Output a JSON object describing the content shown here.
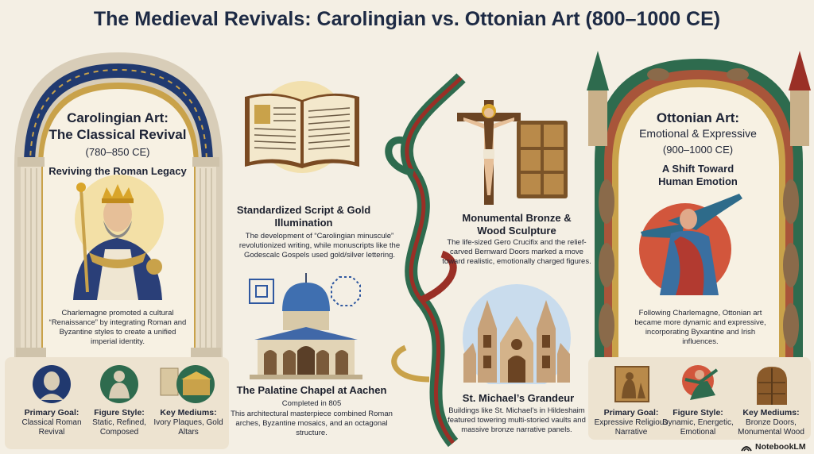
{
  "title": "The Medieval Revivals: Carolingian vs. Ottonian Art (800–1000 CE)",
  "carolingian": {
    "heading1": "Carolingian Art:",
    "heading2": "The Classical Revival",
    "dates": "(780–850 CE)",
    "subheading": "Reviving the Roman Legacy",
    "description": "Charlemagne promoted a cultural “Renaissance” by integrating Roman and Byzantine styles to create a unified imperial identity.",
    "traits": [
      {
        "label": "Primary Goal:",
        "value": "Classical Roman Revival"
      },
      {
        "label": "Figure Style:",
        "value": "Static, Refined, Composed"
      },
      {
        "label": "Key Mediums:",
        "value": "Ivory Plaques, Gold Altars"
      }
    ]
  },
  "script": {
    "title": "Standardized Script & Gold Illumination",
    "description": "The development of “Carolingian minuscule” revolutionized writing, while monuscripts like the Godescalc Gospels used gold/silver lettering."
  },
  "chapel": {
    "title": "The Palatine Chapel at Aachen",
    "subtitle": "Completed in 805",
    "description": "This architectural masterpiece combined Roman arches, Byzantine mosaics, and an octagonal structure."
  },
  "bronze": {
    "title": "Monumental Bronze & Wood Sculpture",
    "description": "The life-sized Gero Crucifix and the relief-carved Bernward Doors marked a move toward realistic, emotionally charged figures."
  },
  "stmichael": {
    "title": "St. Michael’s Grandeur",
    "description": "Buildings like St. Michael’s in Hildeshaim featured towering multi-storied vaults and massive bronze narrative panels."
  },
  "ottonian": {
    "heading1": "Ottonian Art:",
    "heading2": "Emotional & Expressive",
    "dates": "(900–1000 CE)",
    "subheading": "A Shift Toward Human Emotion",
    "description": "Following Charlemagne, Ottonian art became more dynamic and expressive, incorporating Byxantine and Irish influences.",
    "traits": [
      {
        "label": "Primary Goal:",
        "value": "Expressive Religious Narrative"
      },
      {
        "label": "Figure Style:",
        "value": "Dynamic, Energetic, Emotional"
      },
      {
        "label": "Key Mediums:",
        "value": "Bronze Doors, Monumental Wood"
      }
    ]
  },
  "brand": "NotebookLM",
  "icons": [
    "charlemagne-icon",
    "book-icon",
    "cross-icon",
    "church-icon",
    "notebooklm-logo-icon"
  ],
  "colors": {
    "navy": "#1f3563",
    "gold": "#c9a24a",
    "green": "#2e6b4e",
    "red": "#9a2f26",
    "stone": "#d9cfbd"
  }
}
